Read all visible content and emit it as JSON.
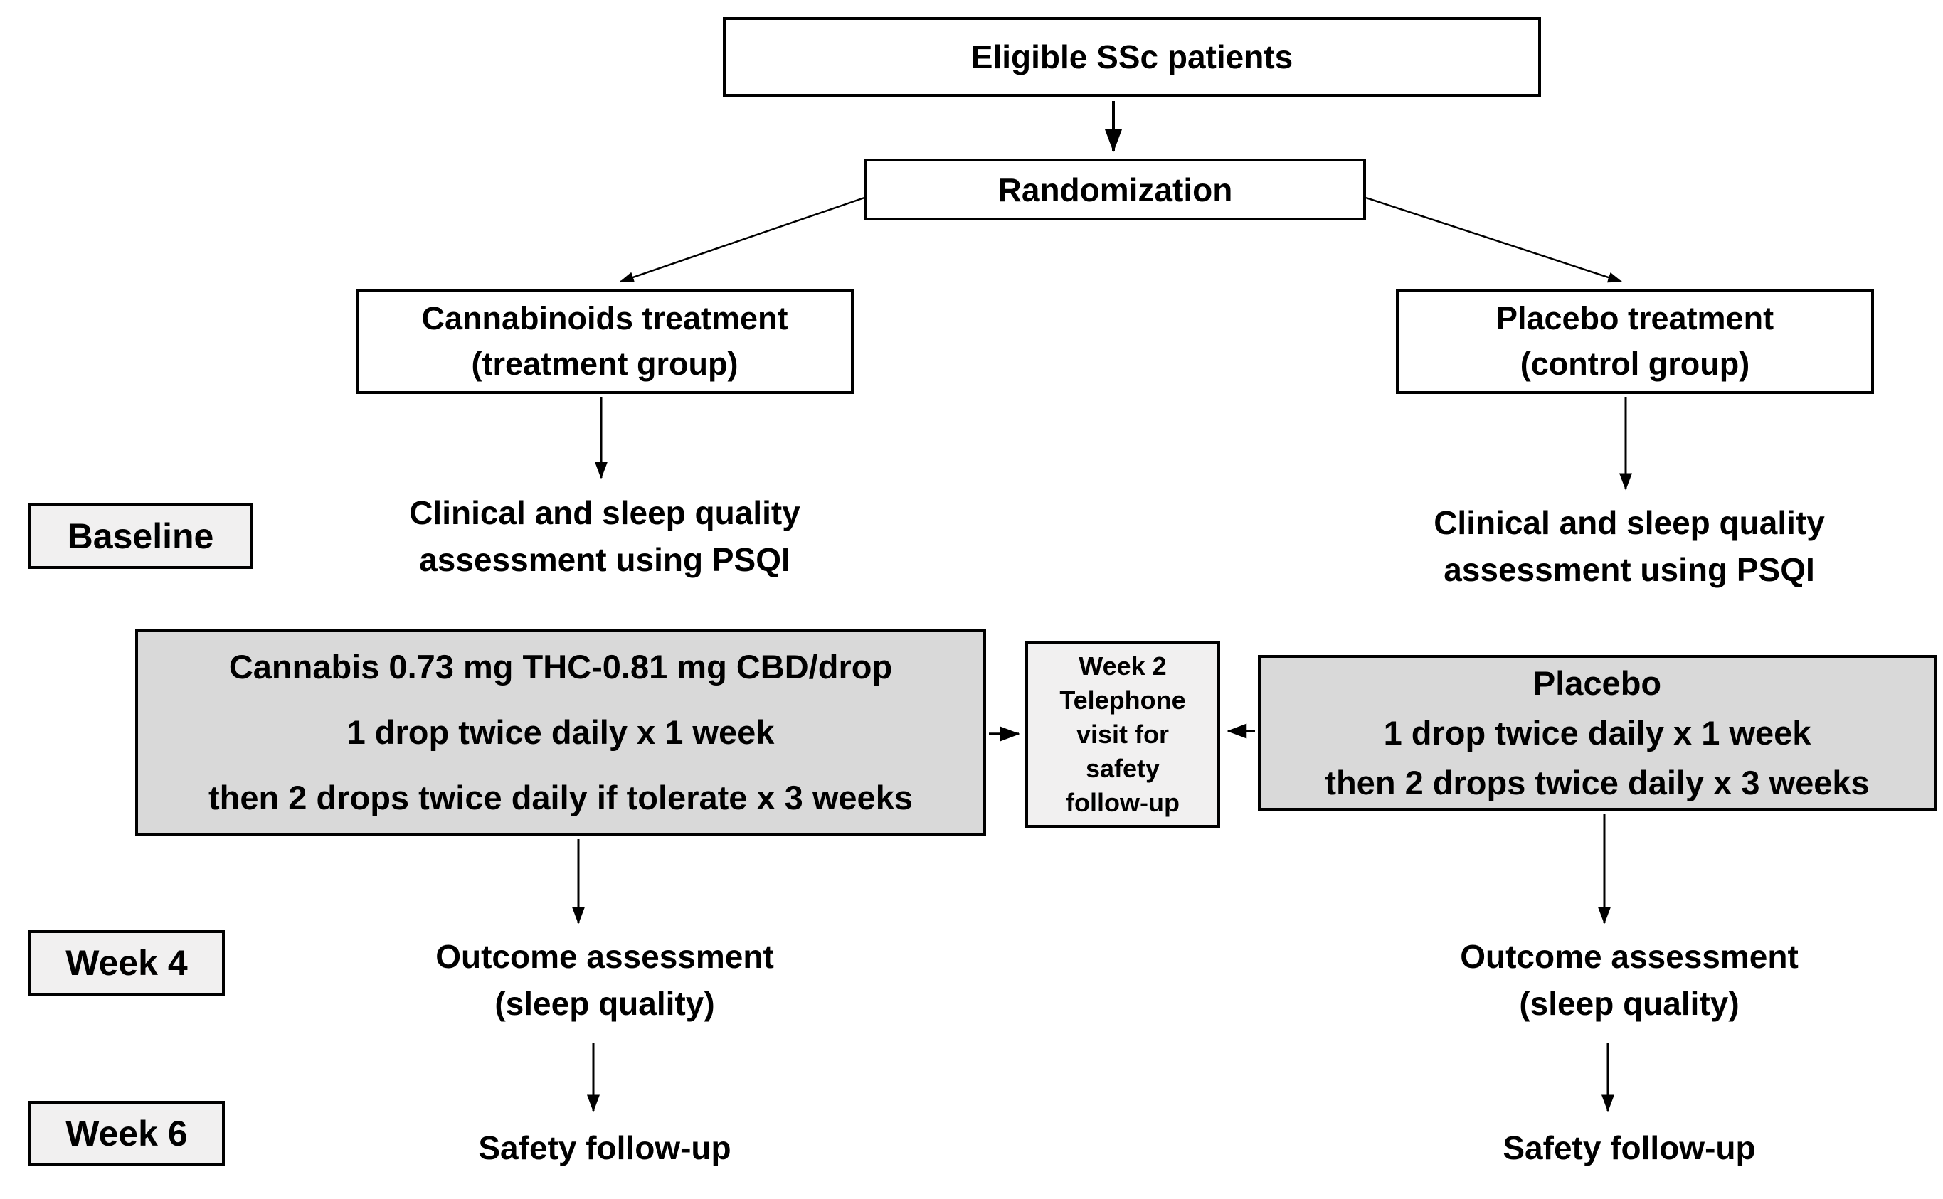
{
  "diagram": {
    "type": "clinical-trial-flowchart",
    "colors": {
      "background": "#ffffff",
      "box_border": "#000000",
      "dosing_box_fill": "#d9d9d9",
      "timeline_label_fill": "#f1f0f0",
      "text": "#000000"
    },
    "nodes": {
      "eligible": {
        "label": "Eligible SSc patients"
      },
      "randomization": {
        "label": "Randomization"
      },
      "treatment_arm": {
        "lines": [
          "Cannabinoids treatment",
          "(treatment group)"
        ]
      },
      "control_arm": {
        "lines": [
          "Placebo treatment",
          "(control group)"
        ]
      },
      "treatment_baseline": {
        "lines": [
          "Clinical and sleep quality",
          "assessment using PSQI"
        ]
      },
      "control_baseline": {
        "lines": [
          "Clinical and sleep quality",
          "assessment using PSQI"
        ]
      },
      "treatment_dosing": {
        "lines": [
          "Cannabis 0.73 mg THC-0.81 mg CBD/drop",
          "1 drop twice daily x 1 week",
          "then 2 drops twice daily if tolerate x 3 weeks"
        ]
      },
      "week2_visit": {
        "lines": [
          "Week 2",
          "Telephone",
          "visit for",
          "safety",
          "follow-up"
        ]
      },
      "control_dosing": {
        "lines": [
          "Placebo",
          "1 drop twice daily x 1 week",
          "then 2 drops twice daily x 3 weeks"
        ]
      },
      "treatment_outcome": {
        "lines": [
          "Outcome assessment",
          "(sleep quality)"
        ]
      },
      "control_outcome": {
        "lines": [
          "Outcome assessment",
          "(sleep quality)"
        ]
      },
      "treatment_safety": {
        "label": "Safety follow-up"
      },
      "control_safety": {
        "label": "Safety follow-up"
      }
    },
    "timeline_labels": {
      "baseline": "Baseline",
      "week4": "Week 4",
      "week6": "Week 6"
    }
  }
}
